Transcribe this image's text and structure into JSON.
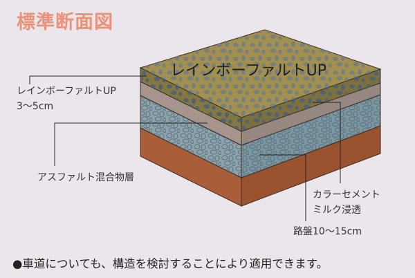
{
  "title": "標準断面図",
  "diagram": {
    "top_surface_label": "レインボーファルトUP",
    "layers": [
      {
        "name": "レインボーファルトUP",
        "thickness": "3〜5cm",
        "color": "#9c8a4f"
      },
      {
        "name": "カラーセメント",
        "name_line2": "ミルク浸透",
        "color": "#9a8b84"
      },
      {
        "name": "アスファルト混合物層",
        "color": "#7f9aa5"
      },
      {
        "name": "路盤",
        "thickness": "10〜15cm",
        "color": "#a95d38"
      }
    ],
    "labels": {
      "rainbow_line1": "レインボーファルトUP",
      "rainbow_line2": "3〜5cm",
      "asphalt": "アスファルト混合物層",
      "cement_line1": "カラーセメント",
      "cement_line2": "ミルク浸透",
      "roadbed": "路盤10〜15cm"
    }
  },
  "footer": "●車道についても、構造を検討することにより適用できます。",
  "colors": {
    "title": "#e8937a",
    "background": "#ebe6eb"
  }
}
